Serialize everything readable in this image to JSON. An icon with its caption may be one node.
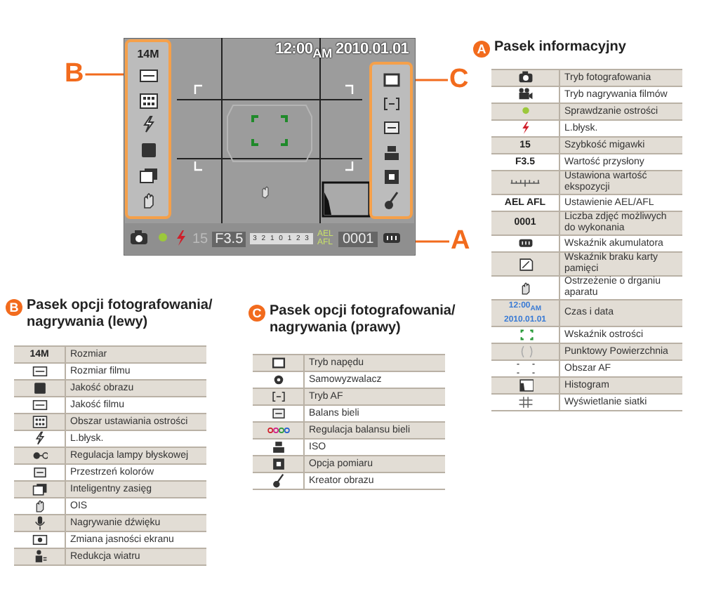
{
  "diagram": {
    "nodes": [
      {
        "text": [
          "B"
        ]
      },
      {
        "text": [
          "14M"
        ]
      },
      {
        "text": [
          "C"
        ]
      },
      {
        "text": [],
        "shape": "box"
      },
      {
        "text": [
          "A"
        ]
      },
      {
        "text": [
          "15",
          "F3.5",
          "3 2 1 0 1 2 3",
          "AEL AFL",
          "0001"
        ]
      }
    ],
    "edges": [
      {
        "from": 0,
        "to": 1,
        "arrow": "none"
      },
      {
        "from": 2,
        "to": 3,
        "arrow": "none"
      },
      {
        "from": 4,
        "to": 5,
        "arrow": "none"
      }
    ],
    "labels": [
      "12:00$_{AM}$ 2010.01.01",
      "A",
      "Pasek informacyjny",
      "Tryb fotografowania",
      "Tryb nagrywania filmów",
      "Sprawdzanie ostrości",
      "L.błysk.",
      "15",
      "Szybkość migawki",
      "F3.5",
      "Wartość przysłony",
      "Ustawiona wartość ekspozycji",
      "AEL AFL",
      "Ustawienie AEL/AFL",
      "0001",
      "Liczba zdjęć możliwych do wykonania",
      "Wskaźnik akumulatora",
      "Wskaźnik braku karty pamięci",
      "Ostrzeżenie o drganiu aparatu",
      "12:00$_{AM}$ 2010.01.01",
      "Czas i data",
      "Wskaźnik ostrości",
      "Punktowy Powierzchnia",
      "Obszar AF",
      "Histogram",
      "Wyświetlanie siatki",
      "B",
      "Pasek opcji fotografowania/ nagrywania (lewy)",
      "14M",
      "Rozmiar",
      "Rozmiar filmu",
      "Jakość obrazu",
      "Jakość filmu",
      "Obszar ustawiania ostrości",
      "L.błysk.",
      "Regulacja lampy błyskowej",
      "Przestrzeń kolorów",
      "Inteligentny zasięg",
      "OIS",
      "Nagrywanie dźwięku",
      "Zmiana jasności ekranu",
      "Redukcja wiatru",
      "C",
      "Pasek opcji fotografowania/ nagrywania (prawy)",
      "Tryb napędu",
      "Samowyzwalacz",
      "Tryb AF",
      "Balans bieli",
      "Regulacja balansu bieli",
      "ISO",
      "Opcja pomiaru",
      "Kreator obrazu"
    ]
  }
}
